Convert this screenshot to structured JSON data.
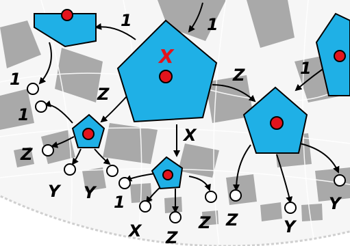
{
  "diagram": {
    "colors": {
      "pentagon_fill": "#1fb0e6",
      "node_fill": "#e3141c",
      "tile_dark": "#a9a9a9",
      "tile_light": "#f6f6f6",
      "outline": "#000000",
      "root_label": "#e3141c"
    },
    "root_label": "X",
    "edge_labels": {
      "top_in": "1",
      "topleft": "1",
      "root_to_left": "Z",
      "root_to_right": "Z",
      "root_to_bottom": "X",
      "right_in": "1",
      "far_left_top": "1",
      "far_left_mid": "1",
      "left_child_z": "Z",
      "left_child_y1": "Y",
      "left_child_y2": "Y",
      "bottom_child_1": "1",
      "bottom_child_x": "X",
      "bottom_child_z1": "Z",
      "bottom_child_z2": "Z",
      "right_child_z": "Z",
      "right_child_y1": "Y",
      "right_child_y2": "Y"
    }
  }
}
